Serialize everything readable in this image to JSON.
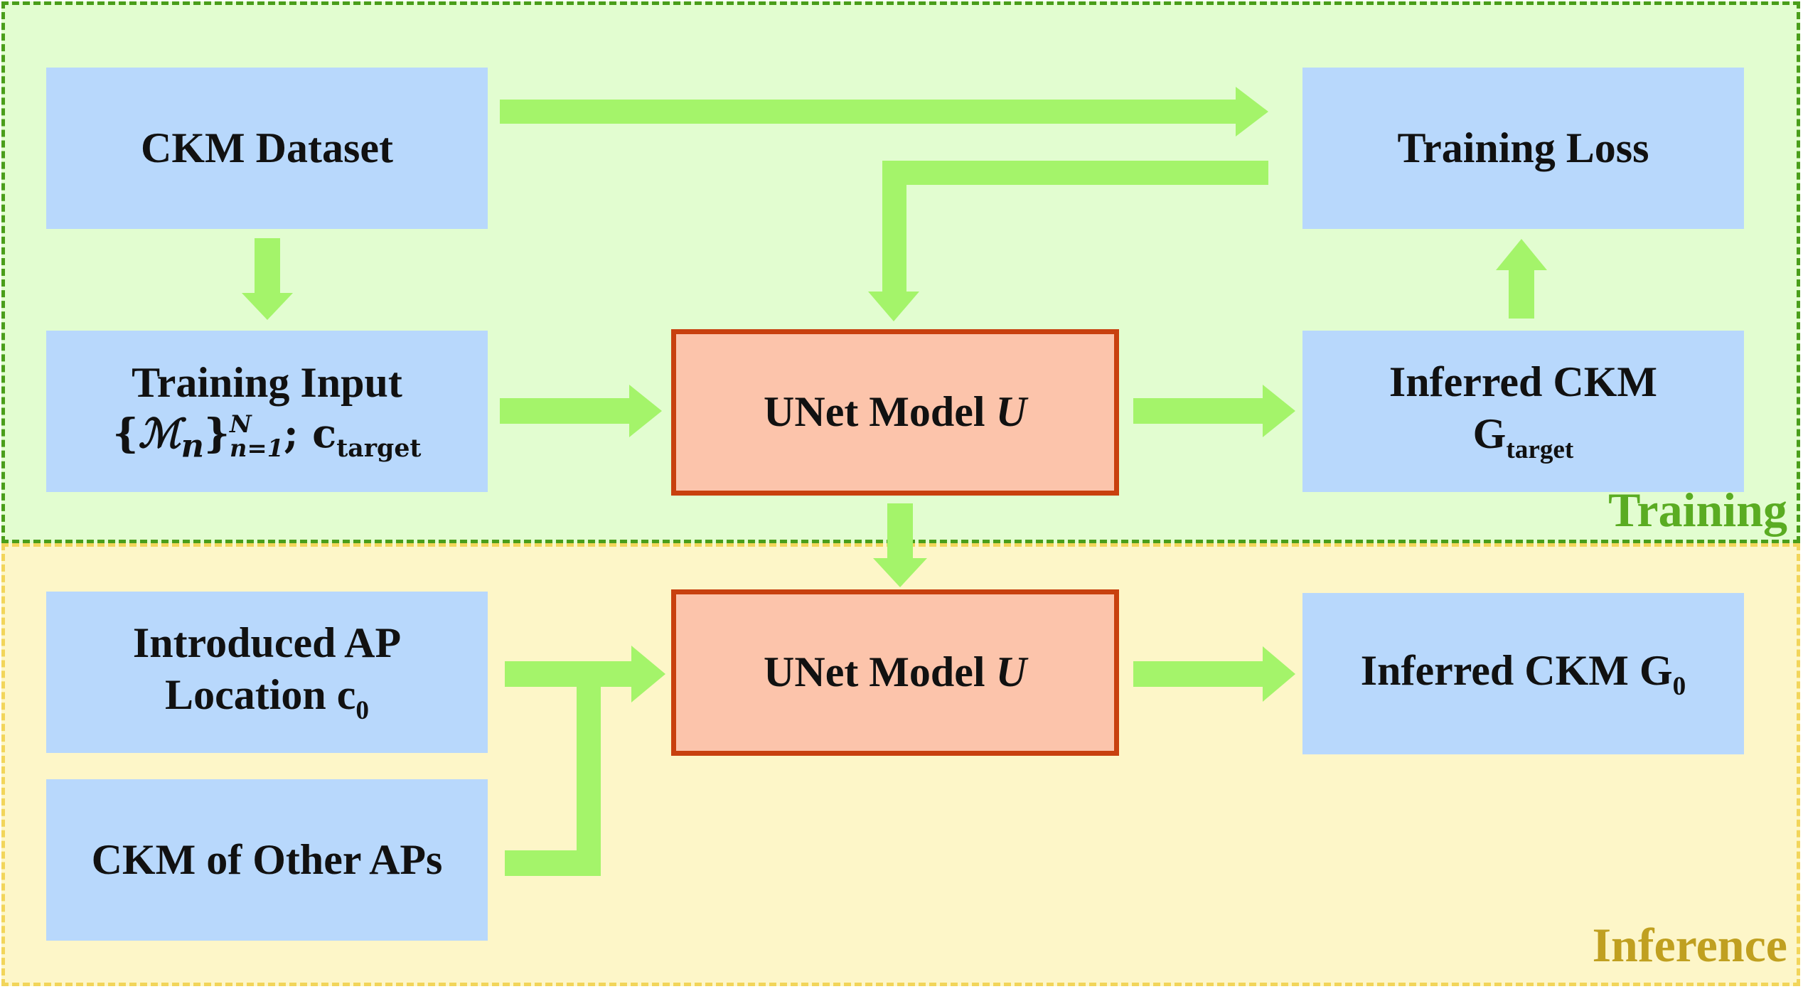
{
  "regions": {
    "training_label": "Training",
    "inference_label": "Inference"
  },
  "boxes": {
    "ckm_dataset": "CKM Dataset",
    "training_loss": "Training Loss",
    "training_input": {
      "title": "Training Input",
      "brace_open": "{",
      "brace_symbol": "ℳ",
      "brace_index": "n",
      "brace_close": "}",
      "sup": "N",
      "sub": "n=1",
      "separator": "; ",
      "c": "c",
      "c_sub": "target"
    },
    "unet_train": {
      "label": "UNet Model ",
      "var": "U"
    },
    "inferred_ckm_train": {
      "title": "Inferred CKM",
      "g": "G",
      "g_sub": "target"
    },
    "introduced_ap": {
      "line1": "Introduced AP",
      "line2": "Location ",
      "c": "c",
      "c_sub": "0"
    },
    "ckm_other_aps": "CKM of Other APs",
    "unet_infer": {
      "label": "UNet Model ",
      "var": "U"
    },
    "inferred_ckm_infer": {
      "label": "Inferred CKM ",
      "g": "G",
      "g_sub": "0"
    }
  },
  "colors": {
    "training_bg": "#e2fdd0",
    "training_border": "#4a9e1a",
    "inference_bg": "#fdf6c8",
    "inference_border": "#f2d55a",
    "box_blue": "#b8d8fc",
    "box_salmon": "#fcc4ab",
    "box_salmon_border": "#c8400e",
    "arrow": "#a4f46a"
  }
}
